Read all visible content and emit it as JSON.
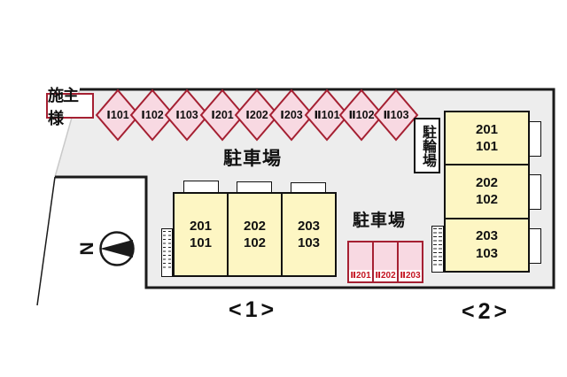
{
  "owner_box": {
    "label": "施主様"
  },
  "compass": {
    "label": "N"
  },
  "parking_area_1": {
    "label": "駐車場"
  },
  "parking_area_2": {
    "label": "駐車場"
  },
  "bicycle_parking": {
    "label": "駐輪場"
  },
  "diamond_spaces": [
    "Ⅰ101",
    "Ⅰ102",
    "Ⅰ103",
    "Ⅰ201",
    "Ⅰ202",
    "Ⅰ203",
    "Ⅱ101",
    "Ⅱ102",
    "Ⅱ103"
  ],
  "red_spaces": [
    "Ⅱ201",
    "Ⅱ202",
    "Ⅱ203"
  ],
  "building_1": {
    "caption": "<1>",
    "units": [
      {
        "upper": "201",
        "lower": "101"
      },
      {
        "upper": "202",
        "lower": "102"
      },
      {
        "upper": "203",
        "lower": "103"
      }
    ]
  },
  "building_2": {
    "caption": "<2>",
    "units": [
      {
        "upper": "201",
        "lower": "101"
      },
      {
        "upper": "202",
        "lower": "102"
      },
      {
        "upper": "203",
        "lower": "103"
      }
    ]
  },
  "colors": {
    "site_fill": "#ededed",
    "unit_fill": "#fdf6c3",
    "space_fill": "#f8d9e2",
    "space_border": "#a52032",
    "red_text": "#c41420"
  }
}
